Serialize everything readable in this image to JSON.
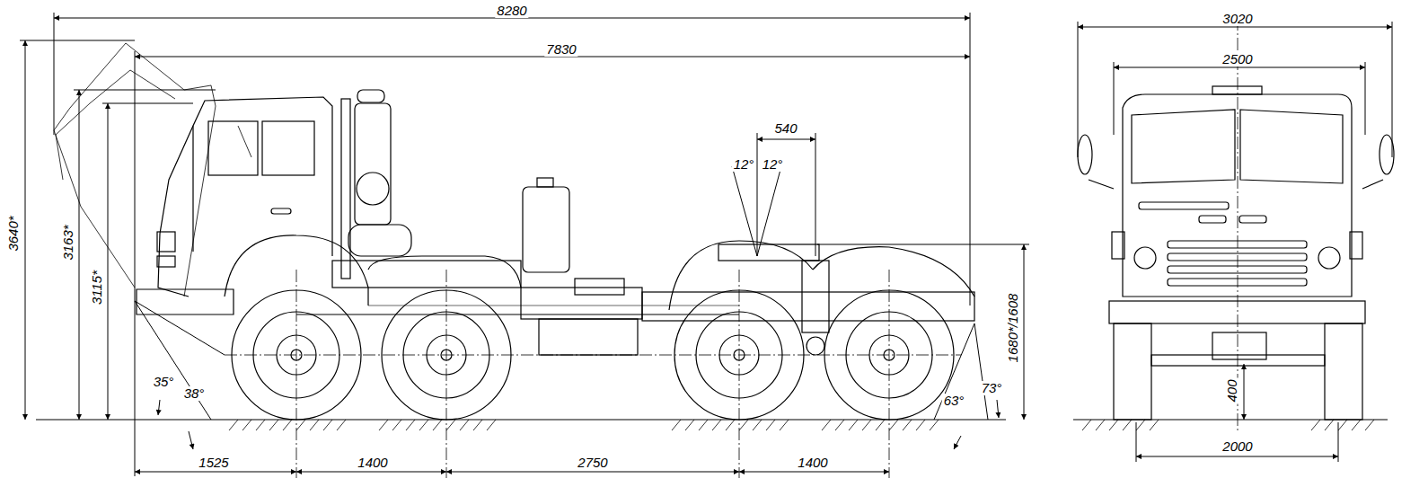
{
  "diagram": {
    "labels": [
      "8280",
      "7830",
      "540",
      "12°",
      "12°",
      "3640*",
      "3163*",
      "3115*",
      "1680*/1608",
      "35°",
      "38°",
      "63°",
      "73°",
      "1525",
      "1400",
      "2750",
      "1400",
      "3020",
      "2500",
      "400",
      "2000"
    ]
  }
}
